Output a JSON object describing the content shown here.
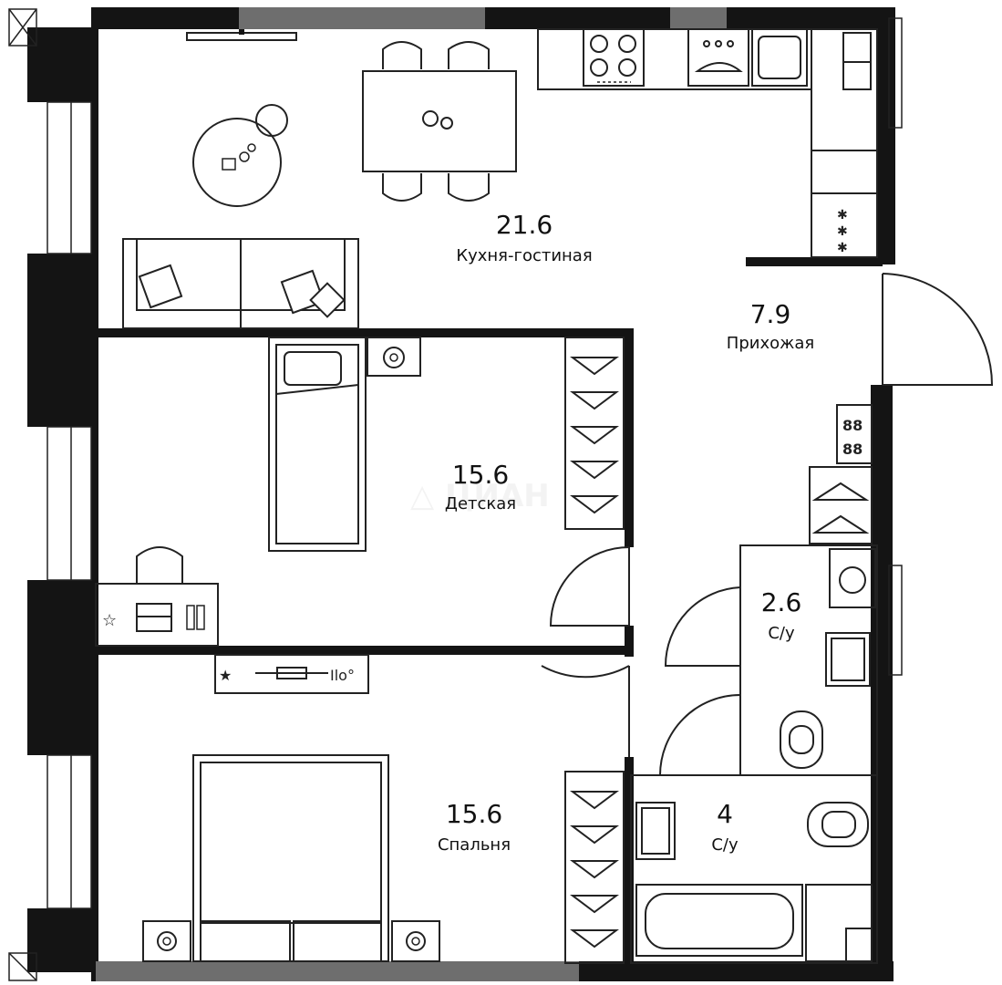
{
  "rooms": [
    {
      "id": "kitchen-living",
      "area": "21.6",
      "name": "Кухня-гостиная"
    },
    {
      "id": "hallway",
      "area": "7.9",
      "name": "Прихожая"
    },
    {
      "id": "kids-room",
      "area": "15.6",
      "name": "Детская"
    },
    {
      "id": "bathroom-small",
      "area": "2.6",
      "name": "С/у"
    },
    {
      "id": "bedroom",
      "area": "15.6",
      "name": "Спальня"
    },
    {
      "id": "bathroom-large",
      "area": "4",
      "name": "С/у"
    }
  ],
  "colors": {
    "wall": "#141414",
    "line": "#222222",
    "background": "#ffffff"
  }
}
